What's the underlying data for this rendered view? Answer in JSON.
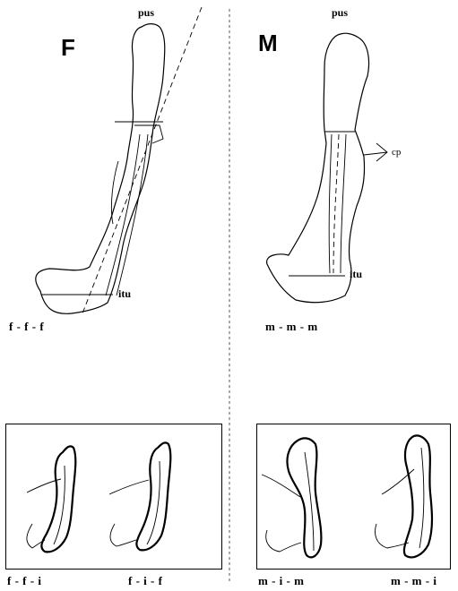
{
  "left_panel": {
    "letter": "F",
    "top_label": "pus",
    "bottom_label": "itu",
    "code": "f - f - f"
  },
  "right_panel": {
    "letter": "M",
    "top_label": "pus",
    "bottom_label": "itu",
    "side_label": "cp",
    "code": "m - m - m"
  },
  "insets": {
    "left": {
      "codes": [
        "f - f - i",
        "f - i - f"
      ]
    },
    "right": {
      "codes": [
        "m - i - m",
        "m - m - i"
      ]
    }
  }
}
